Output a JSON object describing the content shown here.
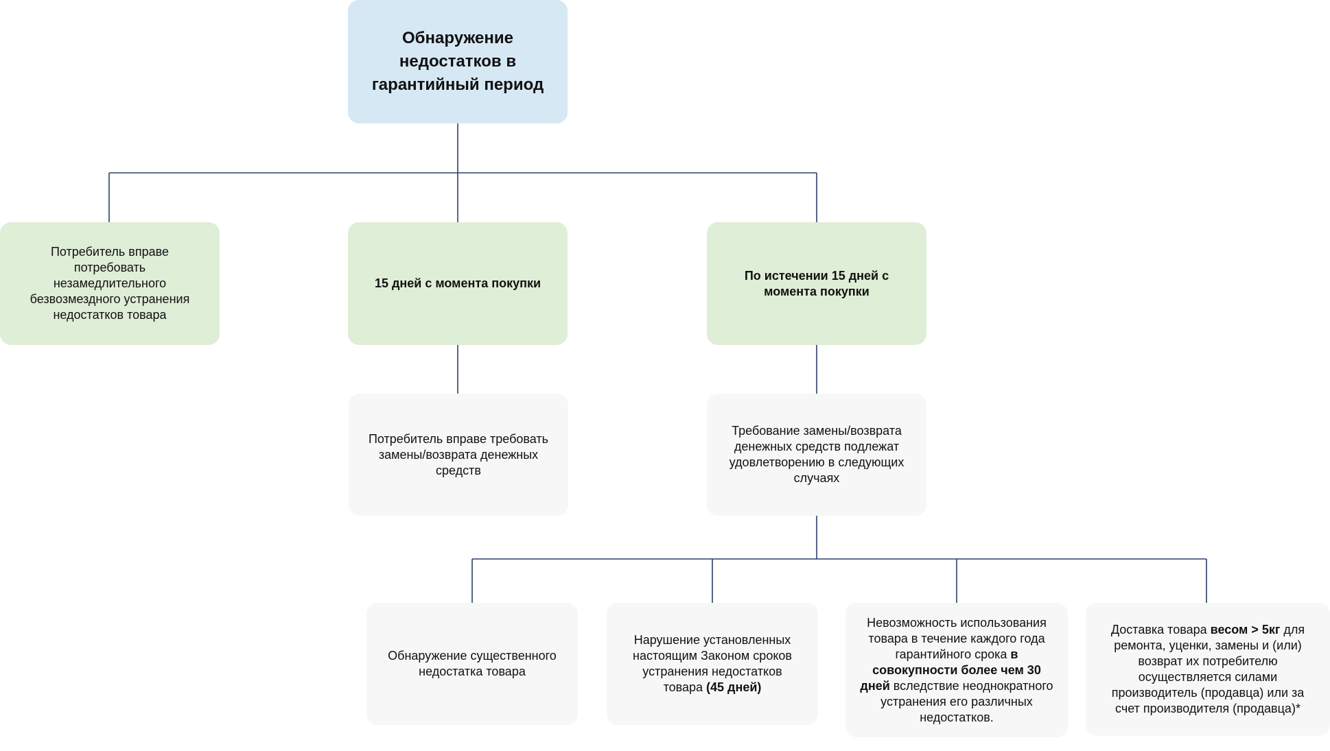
{
  "root": {
    "label": "Обнаружение недостатков в гарантийный период"
  },
  "level1": [
    {
      "label": "Потребитель вправе потребовать незамедлительного безвозмездного устранения недостатков товара"
    },
    {
      "label": "15 дней с момента покупки"
    },
    {
      "label": "По истечении 15 дней с момента покупки"
    }
  ],
  "level2": [
    {
      "label": "Потребитель вправе требовать замены/возврата денежных средств"
    },
    {
      "label": "Требование замены/возврата денежных средств подлежат удовлетворению в следующих случаях"
    }
  ],
  "level3": [
    {
      "label": "Обнаружение существенного недостатка товара"
    },
    {
      "text_1": "Нарушение установленных настоящим Законом сроков устранения недостатков товара ",
      "bold_1": "(45 дней)"
    },
    {
      "text_1": "Невозможность использования товара в течение каждого года гарантийного срока ",
      "bold_1": "в совокупности более чем 30 дней",
      "text_2": " вследствие неоднократного устранения его различных недостатков."
    },
    {
      "text_1": "Доставка товара ",
      "bold_1": "весом > 5кг",
      "text_2": " для ремонта, уценки, замены и (или) возврат их потребителю осуществляется силами производитель (продавца) или за счет производителя (продавца)*"
    }
  ],
  "colors": {
    "root_fill": "#d6e8f4",
    "level1_fill": "#dfeed7",
    "detail_fill": "#f7f7f7",
    "connector": "#2b3f6b"
  }
}
